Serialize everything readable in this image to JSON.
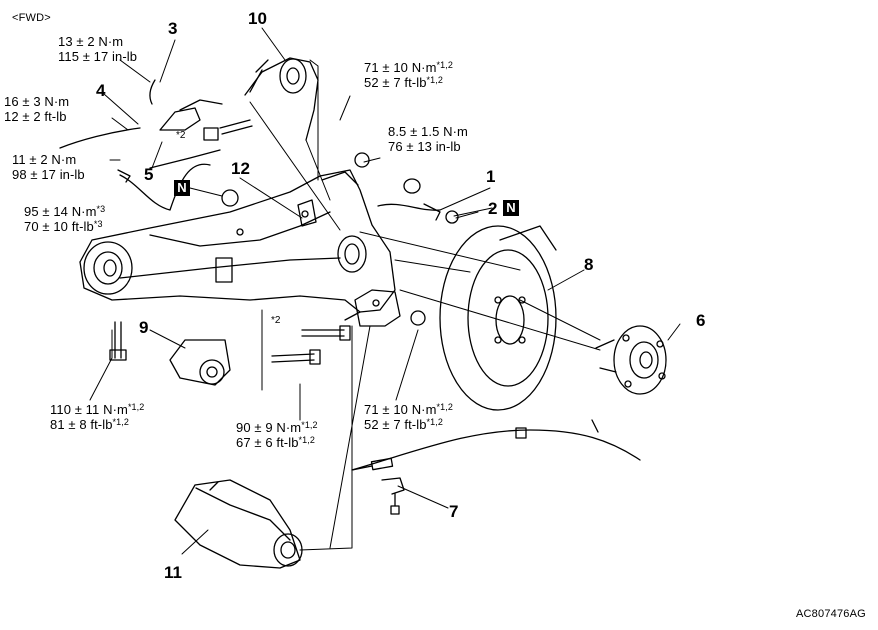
{
  "direction": "<FWD>",
  "figure_code": "AC807476AG",
  "new_part_mark": "N",
  "star2": "*2",
  "callouts": [
    {
      "id": "1",
      "label": "1"
    },
    {
      "id": "2",
      "label": "2"
    },
    {
      "id": "3",
      "label": "3"
    },
    {
      "id": "4",
      "label": "4"
    },
    {
      "id": "5",
      "label": "5"
    },
    {
      "id": "6",
      "label": "6"
    },
    {
      "id": "7",
      "label": "7"
    },
    {
      "id": "8",
      "label": "8"
    },
    {
      "id": "9",
      "label": "9"
    },
    {
      "id": "10",
      "label": "10"
    },
    {
      "id": "11",
      "label": "11"
    },
    {
      "id": "12",
      "label": "12"
    }
  ],
  "torques": {
    "t3": {
      "metric": "13 ± 2 N·m",
      "imperial": "115 ± 17 in-lb"
    },
    "t4": {
      "metric": "16 ± 3 N·m",
      "imperial": "12 ± 2 ft-lb"
    },
    "t5": {
      "metric": "11 ± 2 N·m",
      "imperial": "98 ± 17 in-lb"
    },
    "t12": {
      "metric": "95 ± 14 N·m",
      "metric_note": "*3",
      "imperial": "70 ± 10 ft-lb",
      "imperial_note": "*3"
    },
    "t_top": {
      "metric": "71 ± 10 N·m",
      "metric_note": "*1,2",
      "imperial": "52 ± 7 ft-lb",
      "imperial_note": "*1,2"
    },
    "t1": {
      "metric": "8.5 ± 1.5 N·m",
      "imperial": "76 ± 13 in-lb"
    },
    "t_left": {
      "metric": "110 ± 11 N·m",
      "metric_note": "*1,2",
      "imperial": "81 ± 8 ft-lb",
      "imperial_note": "*1,2"
    },
    "t_mid": {
      "metric": "90 ± 9 N·m",
      "metric_note": "*1,2",
      "imperial": "67 ± 6 ft-lb",
      "imperial_note": "*1,2"
    },
    "t_right": {
      "metric": "71 ± 10 N·m",
      "metric_note": "*1,2",
      "imperial": "52 ± 7 ft-lb",
      "imperial_note": "*1,2"
    }
  }
}
